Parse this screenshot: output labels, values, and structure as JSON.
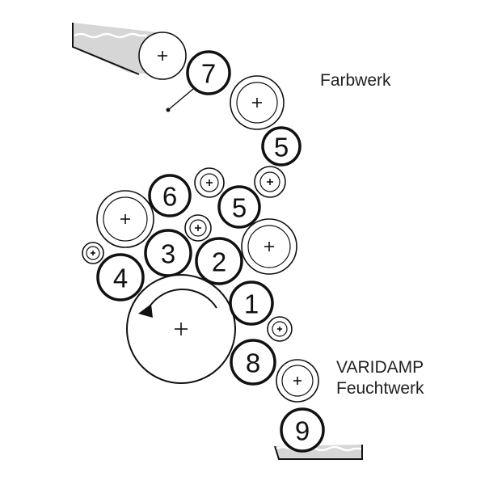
{
  "labels": {
    "inking_unit": "Farbwerk",
    "dampening_brand": "VARIDAMP",
    "dampening_unit": "Feuchtwerk"
  },
  "roller_numbers": {
    "r1": "1",
    "r2": "2",
    "r3": "3",
    "r4": "4",
    "r5_upper": "5",
    "r5_lower": "5",
    "r6": "6",
    "r7": "7",
    "r8": "8",
    "r9": "9"
  },
  "colors": {
    "stroke": "#111111",
    "fountain_fill": "#d6d6d6",
    "ink_wave": "#ffffff",
    "background": "#ffffff"
  }
}
